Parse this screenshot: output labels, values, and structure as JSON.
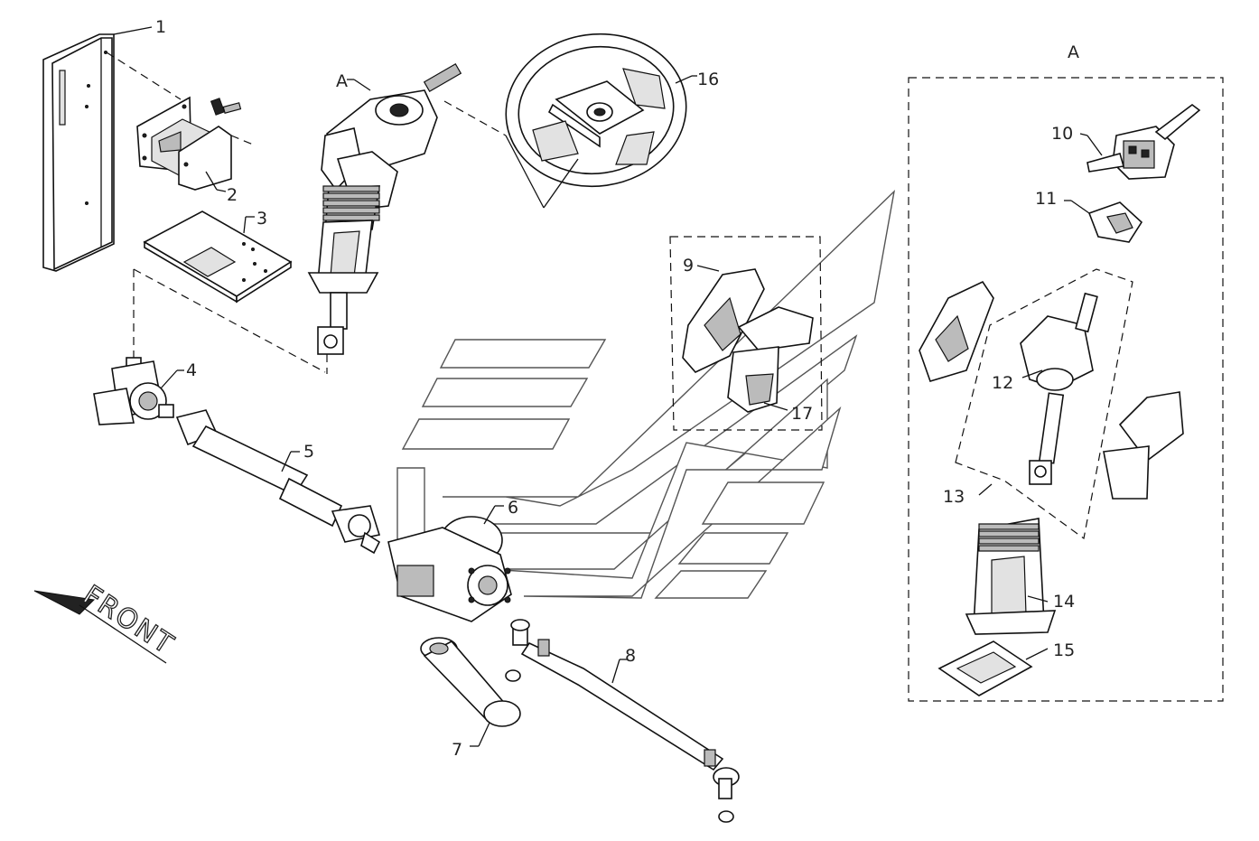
{
  "labels": {
    "p1": "1",
    "p2": "2",
    "p3": "3",
    "p4": "4",
    "p5": "5",
    "p6": "6",
    "p7": "7",
    "p8": "8",
    "p9": "9",
    "p10": "10",
    "p11": "11",
    "p12": "12",
    "p13": "13",
    "p14": "14",
    "p15": "15",
    "p16": "16",
    "p17": "17",
    "detail_ref": "A",
    "detail_title": "A",
    "front": "FRONT"
  },
  "watermark": {
    "color": "#555555"
  }
}
